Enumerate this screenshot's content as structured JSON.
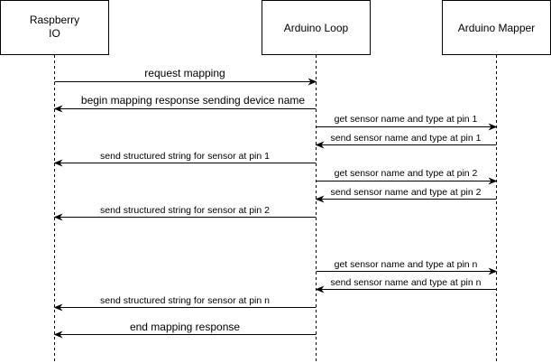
{
  "participants": [
    {
      "id": "raspberry",
      "lines": [
        "Raspberry",
        "IO"
      ]
    },
    {
      "id": "loop",
      "lines": [
        "Arduino Loop"
      ]
    },
    {
      "id": "mapper",
      "lines": [
        "Arduino Mapper"
      ]
    }
  ],
  "messages": [
    {
      "from": "raspberry",
      "to": "loop",
      "text": "request mapping"
    },
    {
      "from": "loop",
      "to": "raspberry",
      "text": "begin mapping response sending device name"
    },
    {
      "from": "loop",
      "to": "mapper",
      "text": "get sensor name and type at pin 1"
    },
    {
      "from": "mapper",
      "to": "loop",
      "text": "send sensor name and type at pin 1"
    },
    {
      "from": "loop",
      "to": "raspberry",
      "text": "send structured string for sensor at pin 1"
    },
    {
      "from": "loop",
      "to": "mapper",
      "text": "get sensor name and type at pin 2"
    },
    {
      "from": "mapper",
      "to": "loop",
      "text": "send sensor name and type at pin 2"
    },
    {
      "from": "loop",
      "to": "raspberry",
      "text": "send structured string for sensor at pin 2"
    },
    {
      "from": "loop",
      "to": "mapper",
      "text": "get sensor name and type at pin n"
    },
    {
      "from": "mapper",
      "to": "loop",
      "text": "send sensor name and type at pin n"
    },
    {
      "from": "loop",
      "to": "raspberry",
      "text": "send structured string for sensor at pin n"
    },
    {
      "from": "loop",
      "to": "raspberry",
      "text": "end mapping response"
    }
  ]
}
